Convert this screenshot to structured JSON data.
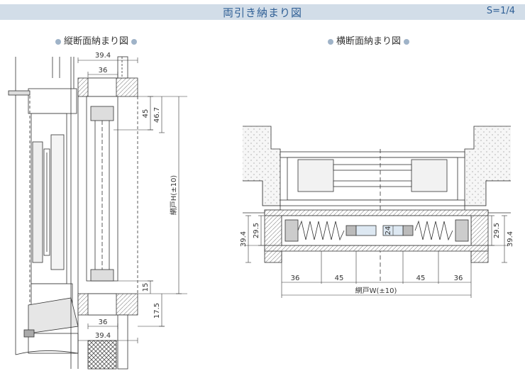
{
  "header": {
    "title": "両引き納まり図",
    "scale": "S=1/4"
  },
  "vertical_section": {
    "label": "縦断面納まり図",
    "dims": {
      "top_width": "39.4",
      "top_inner": "36",
      "d45": "45",
      "d46_7": "46.7",
      "height": "網戸H(±10)",
      "d15": "15",
      "d17_5": "17.5",
      "bottom_inner": "36",
      "bottom_width": "39.4"
    }
  },
  "horizontal_section": {
    "label": "横断面納まり図",
    "dims": {
      "left_39_4": "39.4",
      "left_29_5": "29.5",
      "center_24": "24",
      "right_29_5": "29.5",
      "right_39_4": "39.4",
      "b36_left": "36",
      "b45_left": "45",
      "b45_right": "45",
      "b36_right": "36",
      "width": "網戸W(±10)"
    }
  }
}
